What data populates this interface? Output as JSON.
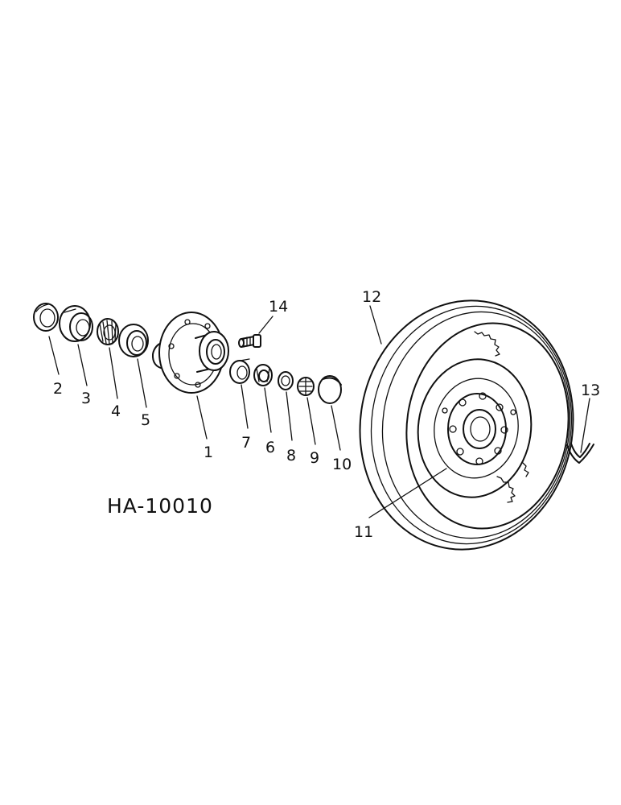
{
  "figure_id": "HA-10010",
  "callouts": {
    "c1": "1",
    "c2": "2",
    "c3": "3",
    "c4": "4",
    "c5": "5",
    "c6": "6",
    "c7": "7",
    "c8": "8",
    "c9": "9",
    "c10": "10",
    "c11": "11",
    "c12": "12",
    "c13": "13",
    "c14": "14"
  },
  "colors": {
    "ink": "#111111",
    "paper": "#ffffff"
  }
}
